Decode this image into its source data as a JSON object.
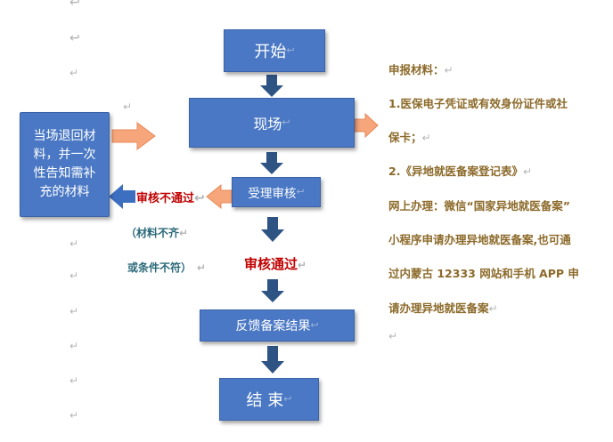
{
  "colors": {
    "box_fill": "#4a78c4",
    "dark_arrow": "#2e5483",
    "orange_arrow": "#f7a57a",
    "red_text": "#c00000",
    "teal_text": "#2b6a7a",
    "olive_text": "#8c6a2a"
  },
  "flow": {
    "start": "开始",
    "site": "现场",
    "review": "受理审核",
    "feedback": "反馈备案结果",
    "end": "结 束"
  },
  "left_box": {
    "lines": [
      "当场退回材",
      "料，并一次",
      "性告知需补",
      "充的材料"
    ]
  },
  "labels": {
    "reject": "审核不通过",
    "reason_line1": "（材料不齐",
    "reason_line2": "或条件不符）",
    "pass": "审核通过"
  },
  "right_notes": [
    "申报材料：",
    "1.医保电子凭证或有效身份证件或社",
    "保卡；",
    "2.《异地就医备案登记表》",
    "网上办理：微信“国家异地就医备案”",
    "小程序申请办理异地就医备案,也可通",
    "过内蒙古 12333 网站和手机 APP 申",
    "请办理异地就医备案"
  ],
  "marks": {
    "return": "↵",
    "paragraph": "↩"
  }
}
